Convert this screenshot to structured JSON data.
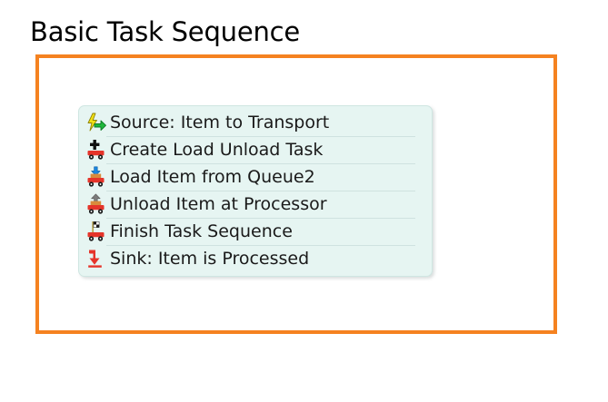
{
  "page": {
    "title": "Basic Task Sequence",
    "frame_color": "#f58220",
    "list_background": "#e6f5f2",
    "list_border": "#cfe6e2",
    "separator_color": "#cfe2e0"
  },
  "task_list": {
    "items": [
      {
        "icon": "source-lightning-arrow-icon",
        "label": "Source: Item to Transport"
      },
      {
        "icon": "create-task-cart-plus-icon",
        "label": "Create Load Unload Task"
      },
      {
        "icon": "load-cart-down-arrow-icon",
        "label": "Load Item from Queue2"
      },
      {
        "icon": "unload-cart-up-arrow-icon",
        "label": "Unload Item at Processor"
      },
      {
        "icon": "finish-cart-checkered-flag-icon",
        "label": "Finish Task Sequence"
      },
      {
        "icon": "sink-down-arrow-icon",
        "label": "Sink: Item is Processed"
      }
    ]
  }
}
